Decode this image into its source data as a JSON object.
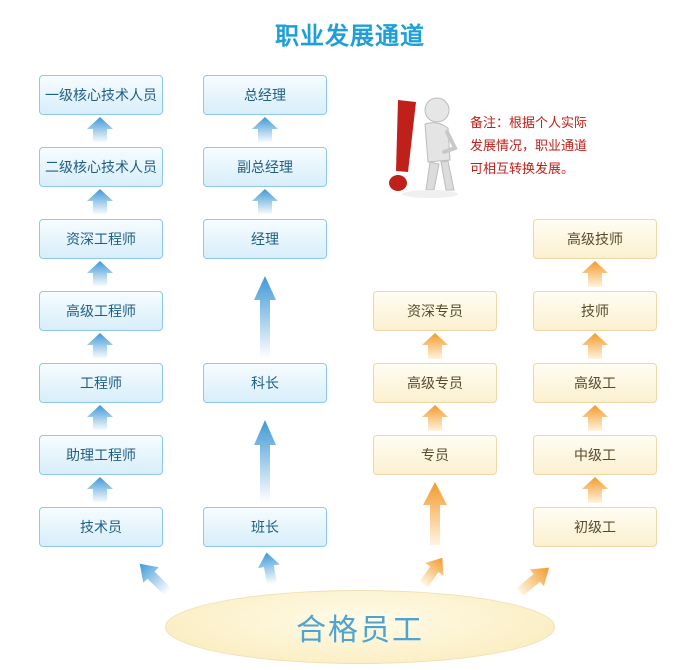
{
  "title": "职业发展通道",
  "columns": {
    "tech": [
      "一级核心技术人员",
      "二级核心技术人员",
      "资深工程师",
      "高级工程师",
      "工程师",
      "助理工程师",
      "技术员"
    ],
    "management": [
      "总经理",
      "副总经理",
      "经理",
      "科长",
      "班长"
    ],
    "specialist": [
      "资深专员",
      "高级专员",
      "专员"
    ],
    "skilled": [
      "高级技师",
      "技师",
      "高级工",
      "中级工",
      "初级工"
    ]
  },
  "note": {
    "line1": "备注：根据个人实际",
    "line2": "发展情况，职业通道",
    "line3": "可相互转换发展。"
  },
  "base": "合格员工",
  "colors": {
    "title": "#1f9fd8",
    "blue_arrow": "#5aa9dc",
    "orange_arrow": "#f4a23c",
    "note_text": "#c0201a",
    "exclamation": "#c0201a"
  }
}
